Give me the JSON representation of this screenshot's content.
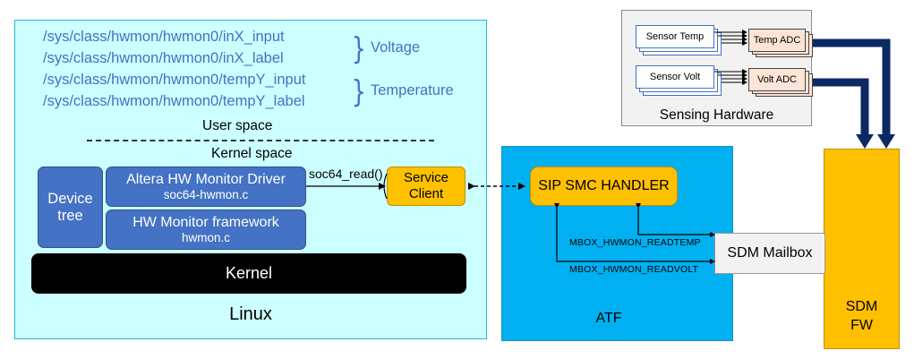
{
  "linux": {
    "paths": [
      "/sys/class/hwmon/hwmon0/inX_input",
      "/sys/class/hwmon/hwmon0/inX_label",
      "/sys/class/hwmon/hwmon0/tempY_input",
      "/sys/class/hwmon/hwmon0/tempY_label"
    ],
    "voltage_label": "Voltage",
    "temperature_label": "Temperature",
    "user_space": "User space",
    "kernel_space": "Kernel space",
    "device_tree": "Device tree",
    "driver": {
      "title": "Altera HW Monitor Driver",
      "file": "soc64-hwmon.c"
    },
    "framework": {
      "title": "HW Monitor framework",
      "file": "hwmon.c"
    },
    "kernel": "Kernel",
    "label": "Linux",
    "soc64_call": "soc64_read()",
    "service_client": {
      "line1": "Service",
      "line2": "Client"
    }
  },
  "atf": {
    "label": "ATF",
    "sip_handler": "SIP SMC HANDLER",
    "mbox_temp": "MBOX_HWMON_READTEMP",
    "mbox_volt": "MBOX_HWMON_READVOLT"
  },
  "sdm": {
    "mailbox": "SDM Mailbox",
    "fw_line1": "SDM",
    "fw_line2": "FW"
  },
  "sensing": {
    "label": "Sensing Hardware",
    "sensor_temp": "Sensor Temp",
    "sensor_volt": "Sensor Volt",
    "temp_adc": "Temp ADC",
    "volt_adc": "Volt ADC"
  },
  "colors": {
    "linux_bg": "#ccffff",
    "atf_bg": "#00b0f0",
    "block_blue": "#4472c4",
    "accent_gold": "#ffc000",
    "arrow_navy": "#0b2a63"
  }
}
